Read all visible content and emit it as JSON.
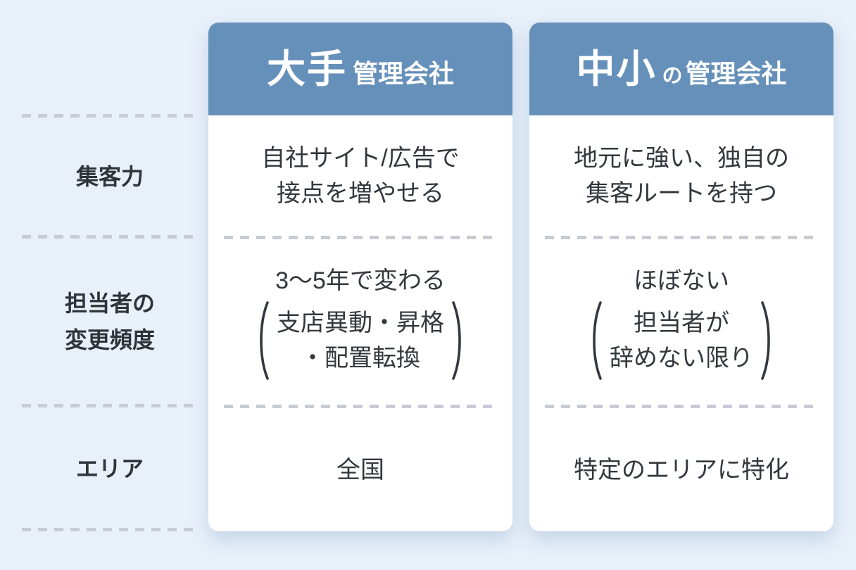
{
  "colors": {
    "page_bg": "#e8f0f9",
    "header_bg": "#6590ba",
    "header_text": "#ffffff",
    "card_bg": "#ffffff",
    "body_text": "#33383d",
    "label_text": "#2f3439",
    "dash": "#c7ccd4"
  },
  "row_labels": [
    {
      "lines": [
        "集客力"
      ]
    },
    {
      "lines": [
        "担当者の",
        "変更頻度"
      ]
    },
    {
      "lines": [
        "エリア"
      ]
    }
  ],
  "columns": [
    {
      "header": {
        "parts": [
          {
            "text": "大手",
            "style": "large"
          },
          {
            "text": "管理会社",
            "style": "normal"
          }
        ]
      },
      "cells": [
        {
          "lines": [
            "自社サイト/広告で",
            "接点を増やせる"
          ]
        },
        {
          "lines": [
            "3〜5年で変わる"
          ],
          "paren": {
            "open": "(",
            "close": ")",
            "lines": [
              "支店異動・昇格",
              "・配置転換"
            ]
          }
        },
        {
          "lines": [
            "全国"
          ]
        }
      ]
    },
    {
      "header": {
        "parts": [
          {
            "text": "中小",
            "style": "large"
          },
          {
            "text": "の",
            "style": "small"
          },
          {
            "text": "管理会社",
            "style": "normal"
          }
        ]
      },
      "cells": [
        {
          "lines": [
            "地元に強い、独自の",
            "集客ルートを持つ"
          ]
        },
        {
          "lines": [
            "ほぼない"
          ],
          "paren": {
            "open": "(",
            "close": ")",
            "lines": [
              "担当者が",
              "辞めない限り"
            ]
          }
        },
        {
          "lines": [
            "特定のエリアに特化"
          ]
        }
      ]
    }
  ]
}
